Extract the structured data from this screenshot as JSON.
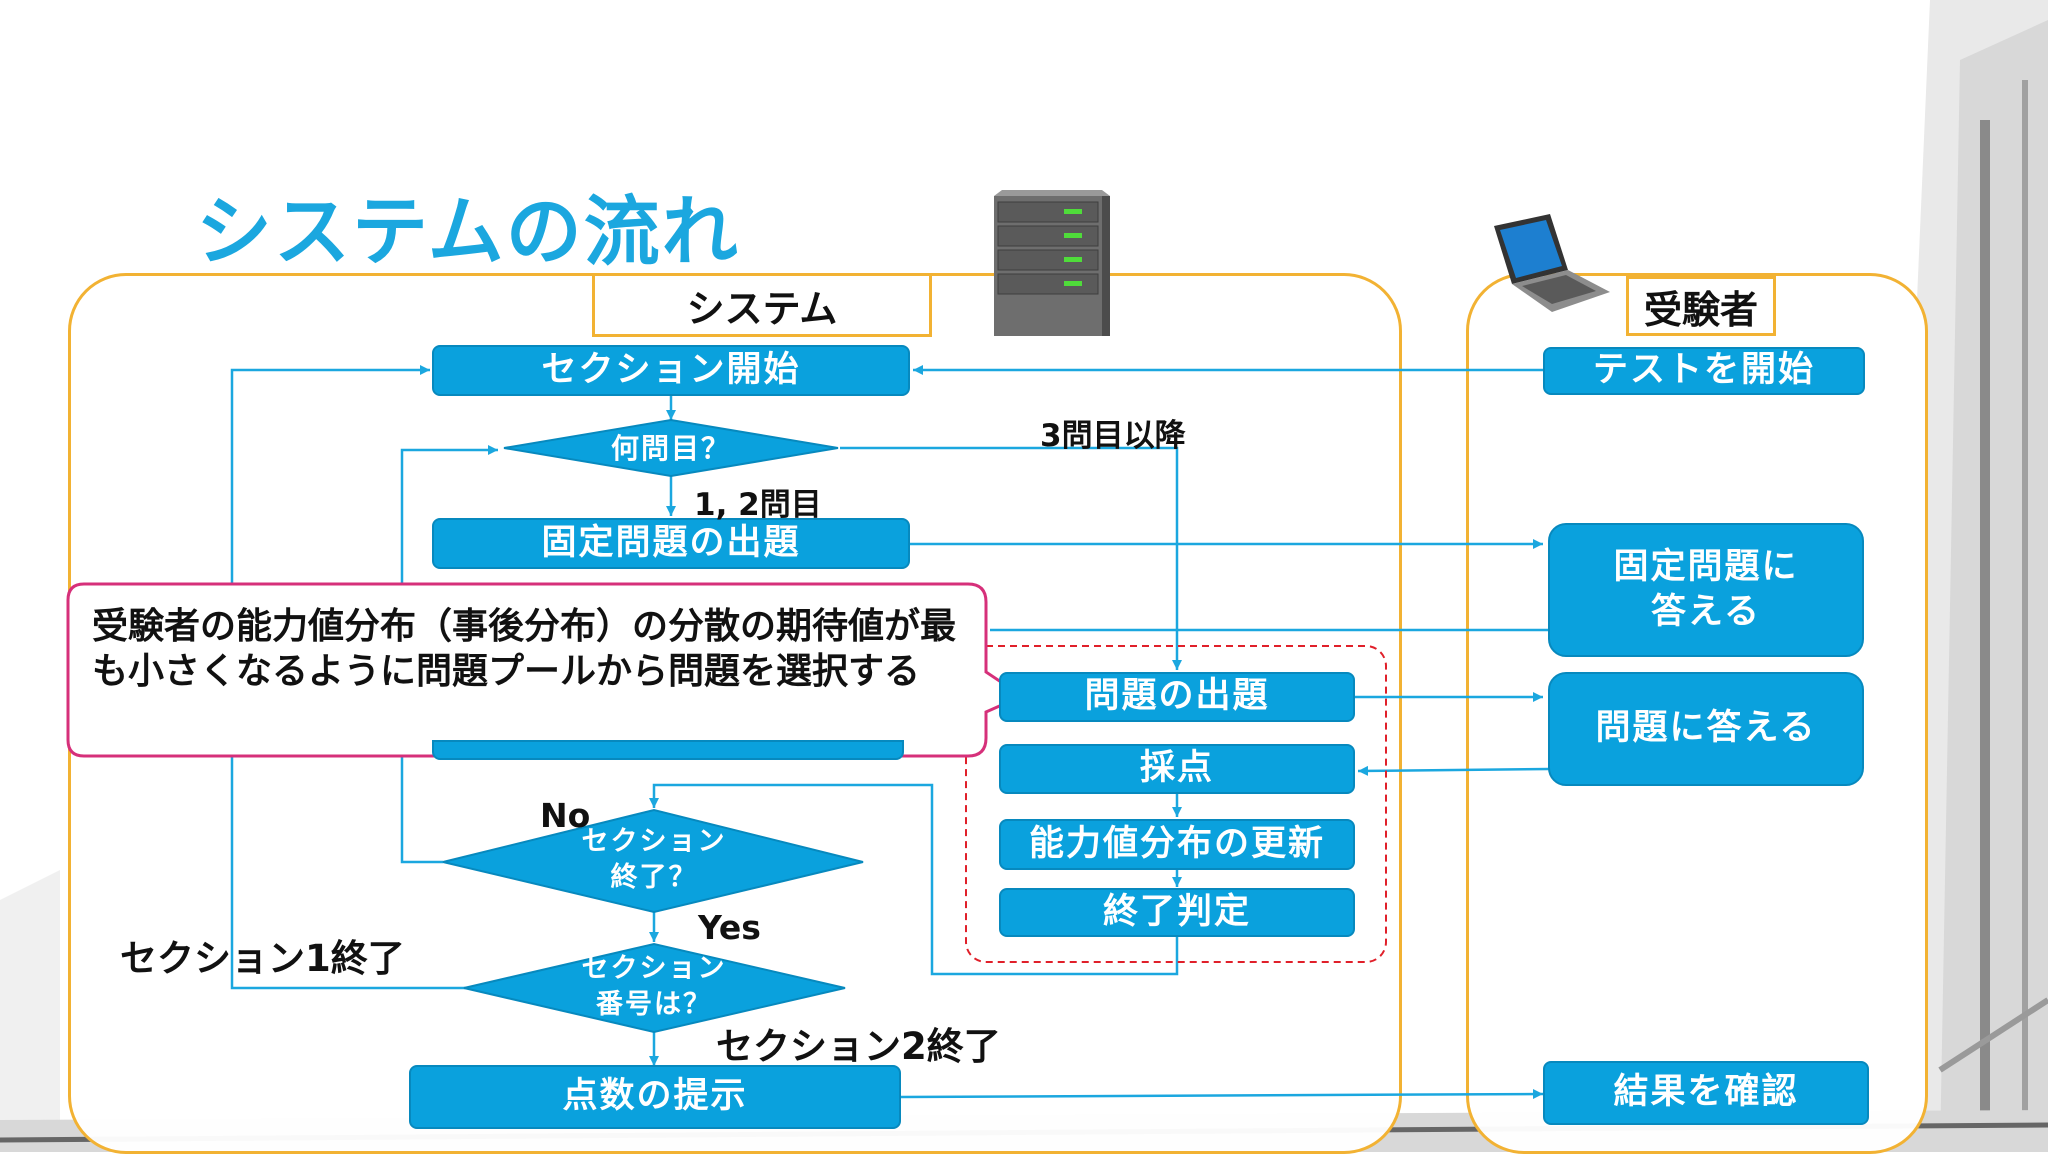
{
  "title": "システムの流れ",
  "panels": {
    "system_label": "システム",
    "examinee_label": "受験者"
  },
  "flow": {
    "section_start": "セクション開始",
    "which_question": "何問目？",
    "fixed_question_out": "固定問題の出題",
    "question_out": "問題の出題",
    "scoring": "採点",
    "update_dist": "能力値分布の更新",
    "end_judge": "終了判定",
    "section_end_q": "セクション\n終了？",
    "section_no_q": "セクション\n番号は？",
    "show_score": "点数の提示"
  },
  "examinee": {
    "start_test": "テストを開始",
    "answer_fixed": "固定問題に\n答える",
    "answer_question": "問題に答える",
    "check_result": "結果を確認"
  },
  "edge_labels": {
    "third_onward": "3問目以降",
    "first_second": "1, 2問目",
    "no": "No",
    "yes": "Yes",
    "section1_end": "セクション1終了",
    "section2_end": "セクション2終了"
  },
  "callout": {
    "text": "受験者の能力値分布（事後分布）の分散の期待値が最も小さくなるように問題プールから問題を選択する"
  },
  "colors": {
    "accent": "#1ba7df",
    "box": "#0aa1dd",
    "panel_border": "#f2b233",
    "callout_border": "#d6307a",
    "dashed_border": "#e0202a"
  }
}
